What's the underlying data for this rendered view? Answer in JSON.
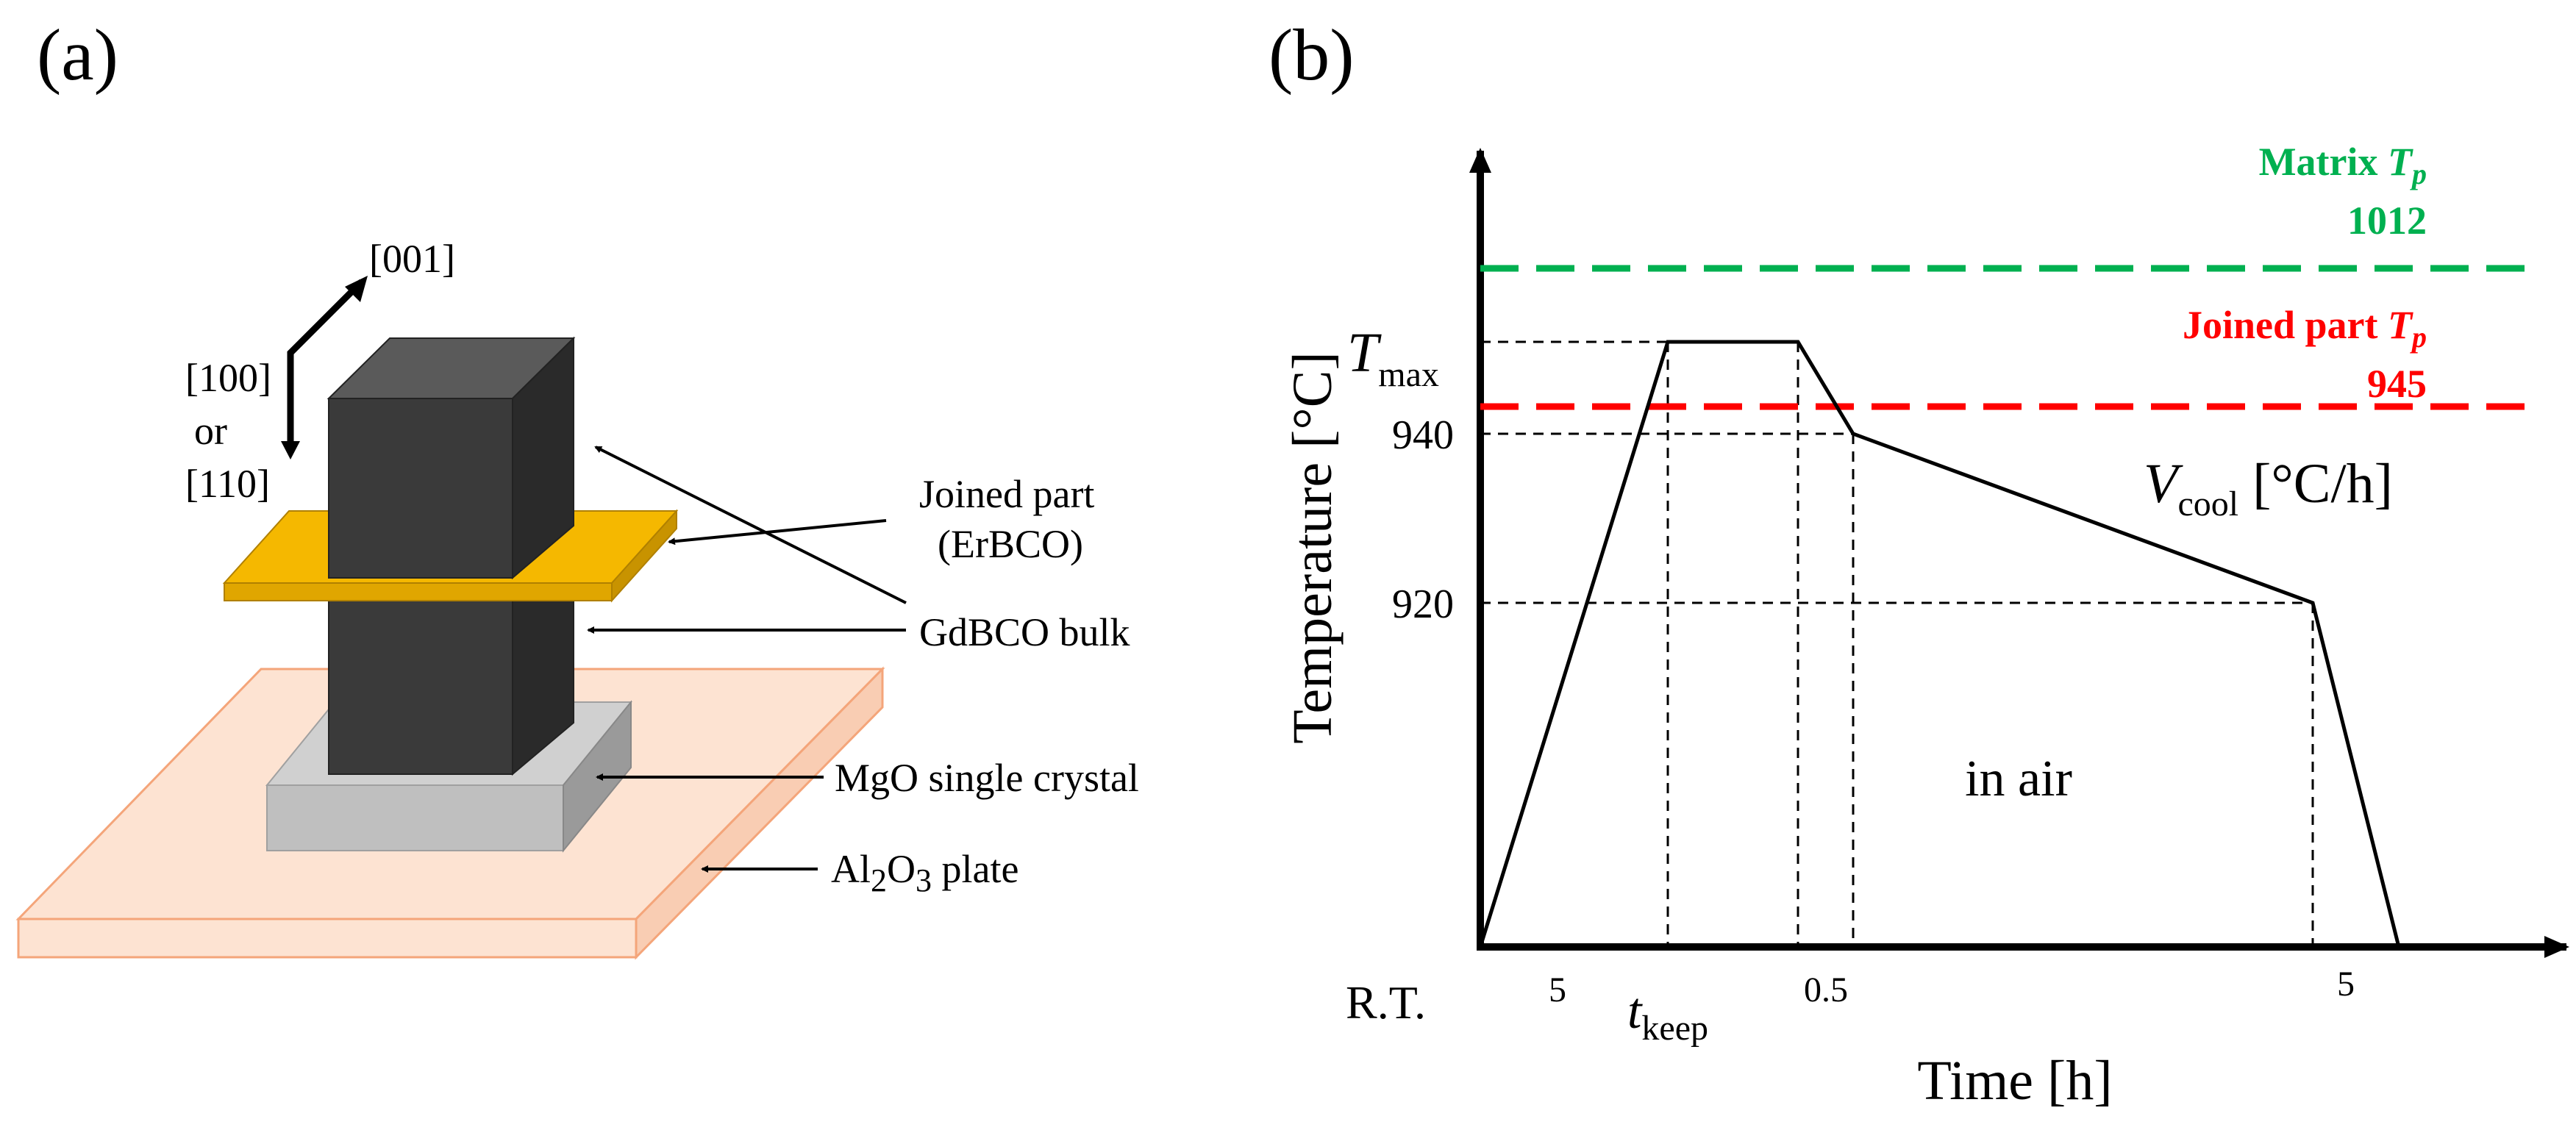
{
  "panel_a": {
    "label": "(a)",
    "direction_001": "[001]",
    "direction_100": "[100]",
    "direction_or": "or",
    "direction_110": "[110]",
    "joined_part_line1": "Joined part",
    "joined_part_line2": "(ErBCO)",
    "gdbco_bulk": "GdBCO bulk",
    "mgo": "MgO single crystal",
    "al2o3_prefix": "Al",
    "al2o3_sub1": "2",
    "al2o3_mid": "O",
    "al2o3_sub2": "3",
    "al2o3_suffix": " plate",
    "colors": {
      "bulk_front": "#3a3a3a",
      "bulk_side": "#2a2a2a",
      "bulk_top": "#5a5a5a",
      "joined_part": "#f5b800",
      "mgo": "#bfbfbf",
      "al2o3": "#fde3d2",
      "al2o3_edge": "#f4a57a"
    }
  },
  "panel_b": {
    "label": "(b)",
    "y_axis_title": "Temperature [°C]",
    "x_axis_title": "Time [h]",
    "matrix_label": "Matrix ",
    "matrix_T": "T",
    "matrix_sub": "p",
    "matrix_value": "1012",
    "joined_label": "Joined part ",
    "joined_T": "T",
    "joined_sub": "p",
    "joined_value": "945",
    "tmax_T": "T",
    "tmax_sub": "max",
    "tick_940": "940",
    "tick_920": "920",
    "rt": "R.T.",
    "x_5a": "5",
    "tkeep_t": "t",
    "tkeep_sub": "keep",
    "x_05": "0.5",
    "x_5b": "5",
    "vcool_V": "V",
    "vcool_sub": "cool",
    "vcool_unit": " [°C/h]",
    "in_air": "in air",
    "colors": {
      "matrix": "#00b050",
      "joined": "#ff0000",
      "line": "#000000"
    }
  }
}
